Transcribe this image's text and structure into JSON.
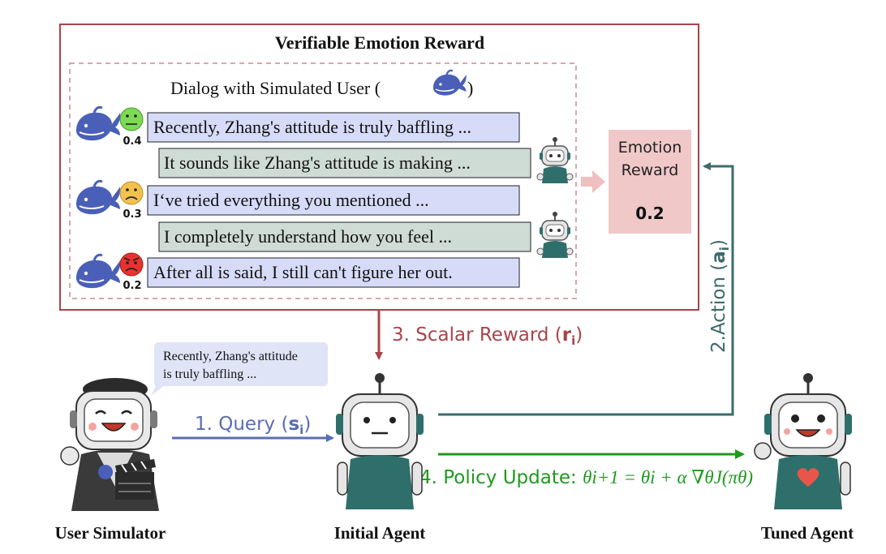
{
  "reward_panel": {
    "title": "Verifiable Emotion Reward",
    "dialog_title": "Dialog with Simulated User (",
    "dialog_title_close": ")",
    "turns": [
      {
        "speaker": "user",
        "text": "Recently, Zhang's attitude is truly baffling ...",
        "score": "0.4",
        "mood": "neutral",
        "face_color": "#7ed957"
      },
      {
        "speaker": "agent",
        "text": "It sounds like Zhang's attitude is making ..."
      },
      {
        "speaker": "user",
        "text": "I‘ve tried everything you mentioned ...",
        "score": "0.3",
        "mood": "sad",
        "face_color": "#f2c14e"
      },
      {
        "speaker": "agent",
        "text": "I completely understand how you feel ..."
      },
      {
        "speaker": "user",
        "text": "After all is said, I still can't figure her out.",
        "score": "0.2",
        "mood": "angry",
        "face_color": "#e8322f"
      }
    ],
    "emotion_reward": {
      "line1": "Emotion",
      "line2": "Reward",
      "value": "0.2"
    }
  },
  "flow": {
    "query": {
      "text": "1. Query (",
      "symbol": "s",
      "sub": "i",
      "close": ")"
    },
    "scalar_reward": {
      "text": "3. Scalar Reward (",
      "symbol": "r",
      "sub": "i",
      "close": ")"
    },
    "action": {
      "text": "2.Action (",
      "symbol": "a",
      "sub": "i",
      "close": ")"
    },
    "policy_update": {
      "text": "4. Policy Update: ",
      "formula": "θi+1 = θi + α ∇θJ(πθ)"
    }
  },
  "speech_bubble": {
    "line1": "Recently, Zhang's attitude",
    "line2": "is truly baffling ..."
  },
  "actors": {
    "user_simulator": "User Simulator",
    "initial_agent": "Initial Agent",
    "tuned_agent": "Tuned Agent"
  },
  "colors": {
    "panel_border": "#a8444b",
    "dashed_border": "#dba6aa",
    "user_bubble": "#d6dcf8",
    "agent_bubble": "#cfdcd5",
    "emotion_box": "#f0c8c8",
    "query_arrow": "#5a6db0",
    "reward_arrow": "#a8444b",
    "action_arrow": "#3d6b6b",
    "policy_arrow": "#1f9a1f",
    "whale": "#4a5fb8",
    "robot_body": "#2f6f6b"
  },
  "icons": [
    "whale-logo-icon",
    "neutral-face-icon",
    "sad-face-icon",
    "angry-face-icon",
    "robot-avatar-icon",
    "heart-icon",
    "clapperboard-icon"
  ]
}
